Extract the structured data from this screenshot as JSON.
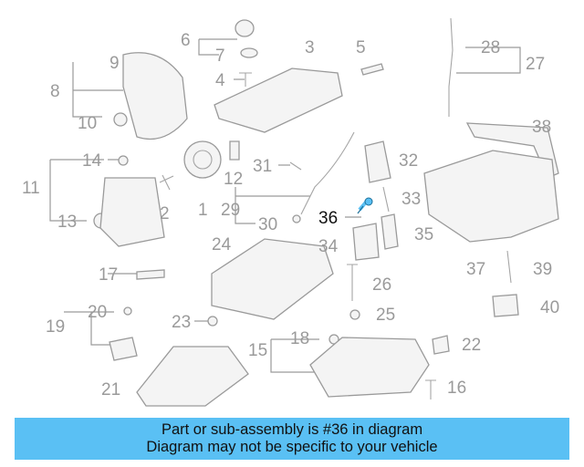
{
  "diagram": {
    "highlighted_part": "36",
    "callouts": [
      "1",
      "2",
      "3",
      "4",
      "5",
      "6",
      "7",
      "8",
      "9",
      "10",
      "11",
      "12",
      "13",
      "14",
      "15",
      "16",
      "17",
      "18",
      "19",
      "20",
      "21",
      "22",
      "23",
      "24",
      "25",
      "26",
      "27",
      "28",
      "29",
      "30",
      "31",
      "32",
      "33",
      "34",
      "35",
      "36",
      "37",
      "38",
      "39",
      "40"
    ],
    "colors": {
      "line": "#9a9a9a",
      "highlight": "#111111",
      "bolt": "#5ac0f4",
      "banner": "#5ac0f4"
    }
  },
  "banner": {
    "line1": "Part or sub-assembly is #36 in diagram",
    "line2": "Diagram may not be specific to your vehicle"
  }
}
